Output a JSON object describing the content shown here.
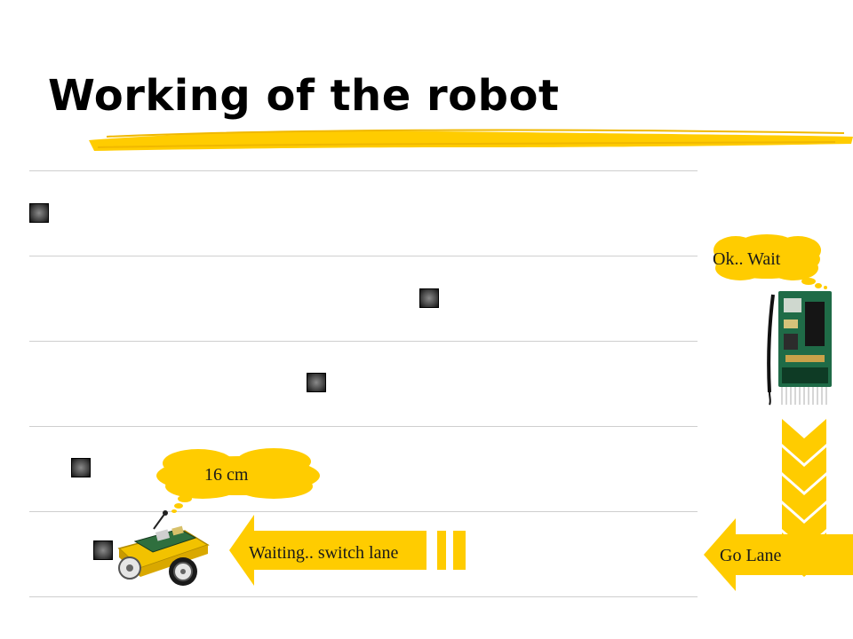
{
  "slide": {
    "title": "Working of the robot"
  },
  "callouts": {
    "base_station": "Ok.. Wait",
    "distance": "16 cm",
    "robot_status": "Waiting.. switch lane",
    "command": "Go Lane"
  },
  "colors": {
    "accent_yellow": "#ffcc00",
    "title_text": "#000000",
    "lane_line": "#cfcfcf"
  },
  "icons": {
    "robot": "robot-icon",
    "transmitter": "rf-module-icon",
    "obstacle": "obstacle-icon"
  }
}
